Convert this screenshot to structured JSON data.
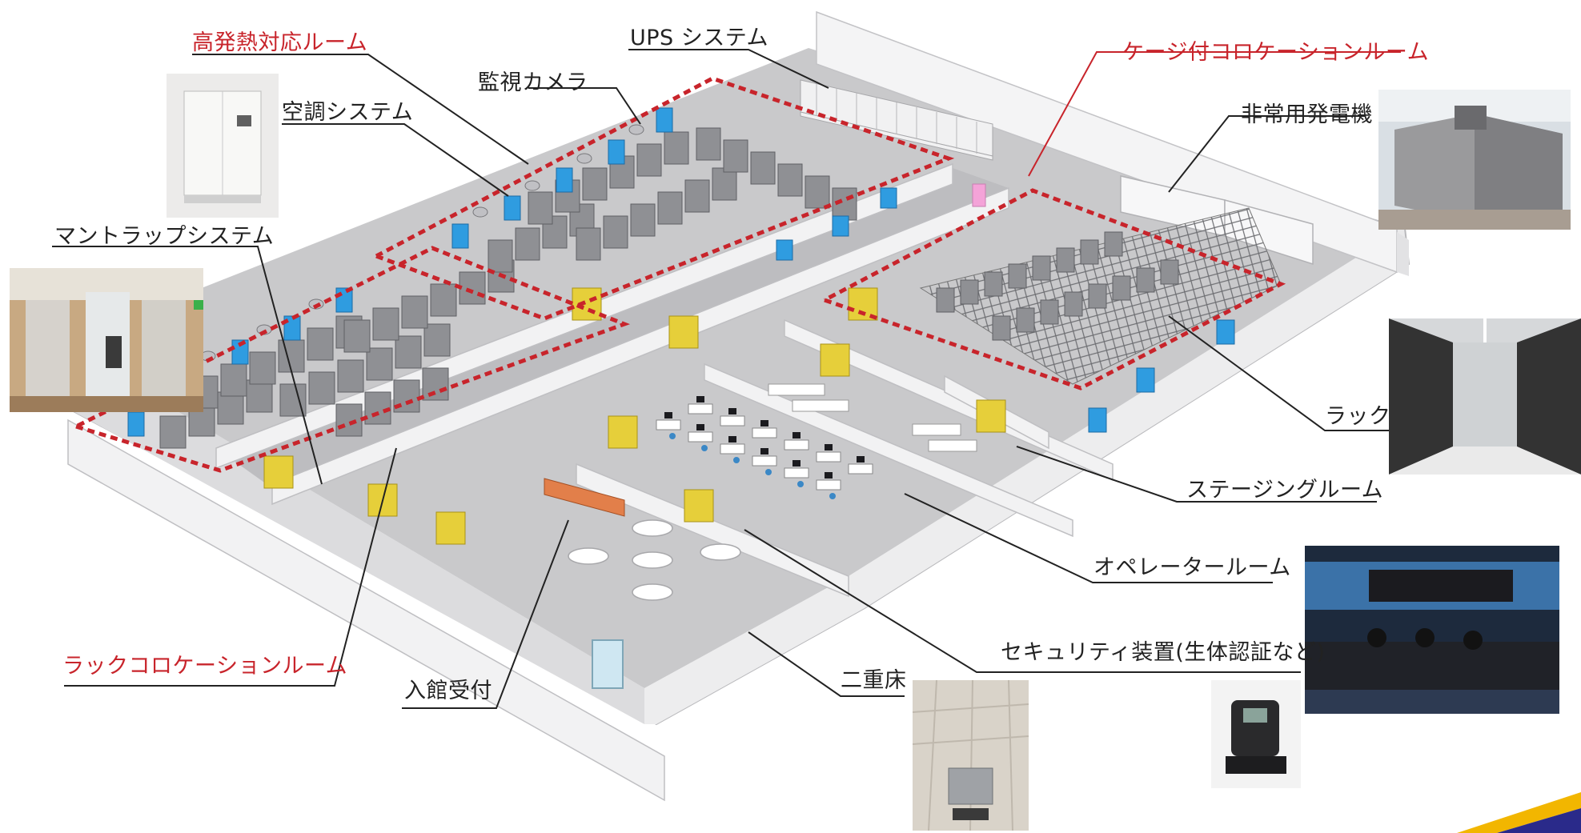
{
  "labels": {
    "high_heat_room": "高発熱対応ルーム",
    "ups_system": "UPS システム",
    "surveillance_camera": "監視カメラ",
    "cage_colocation_room": "ケージ付コロケーションルーム",
    "air_conditioning": "空調システム",
    "emergency_generator": "非常用発電機",
    "mantrap_system": "マントラップシステム",
    "rack": "ラック",
    "staging_room": "ステージングルーム",
    "operator_room": "オペレータールーム",
    "security_device": "セキュリティ装置(生体認証など)",
    "rack_colocation_room": "ラックコロケーションルーム",
    "reception": "入館受付",
    "raised_floor": "二重床"
  },
  "colors": {
    "zone_outline": "#c8242b",
    "leader_line": "#222222",
    "floor": "#c9c9cb",
    "wall": "#f2f2f3",
    "rack_body": "#8f9094",
    "ac_unit": "#2f9ce0",
    "door": "#e6cf3a",
    "accent_bar": "#f2b600",
    "accent_bar_dark": "#2a2a8a"
  }
}
